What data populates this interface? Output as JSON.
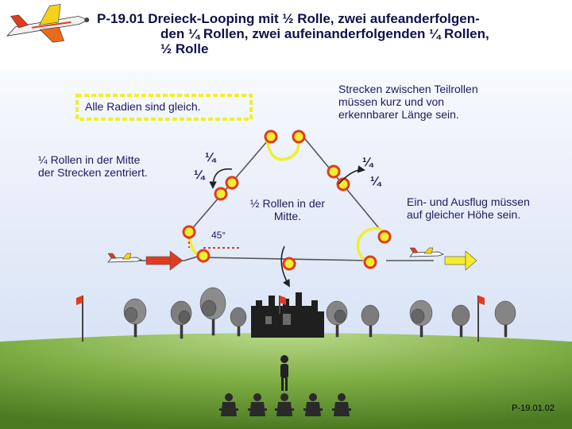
{
  "title": {
    "line1": "P-19.01 Dreieck-Looping mit ½ Rolle, zwei aufeanderfolgen-",
    "line2": "den ¼ Rollen, zwei aufeinanderfolgenden ¼ Rollen,",
    "line3": "½ Rolle"
  },
  "notes": {
    "radii": "Alle Radien sind gleich.",
    "quarter_centered_l1": "¼  Rollen in der Mitte",
    "quarter_centered_l2": "der Strecken zentriert.",
    "segments_l1": "Strecken zwischen Teilrollen",
    "segments_l2": "müssen kurz und von",
    "segments_l3": "erkennbarer Länge sein.",
    "half_roll_l1": "½ Rollen in der",
    "half_roll_l2": "Mitte.",
    "entry_exit_l1": "Ein- und Ausflug müssen",
    "entry_exit_l2": "auf gleicher Höhe sein."
  },
  "labels": {
    "q_left_upper": "¼",
    "q_left_lower": "¼",
    "q_right_upper": "¼",
    "q_right_lower": "¼",
    "angle": "45°"
  },
  "code": "P-19.01.02",
  "colors": {
    "sky": "#d6e2f6",
    "grass": "#5f8a2e",
    "path": "#4a4a4a",
    "roll_marker": "#e03c1e",
    "arc": "#f0ee30",
    "dashed_box": "#f0ee30",
    "arrow_entry": "#e23a1e",
    "arrow_exit": "#f5ec2a"
  }
}
